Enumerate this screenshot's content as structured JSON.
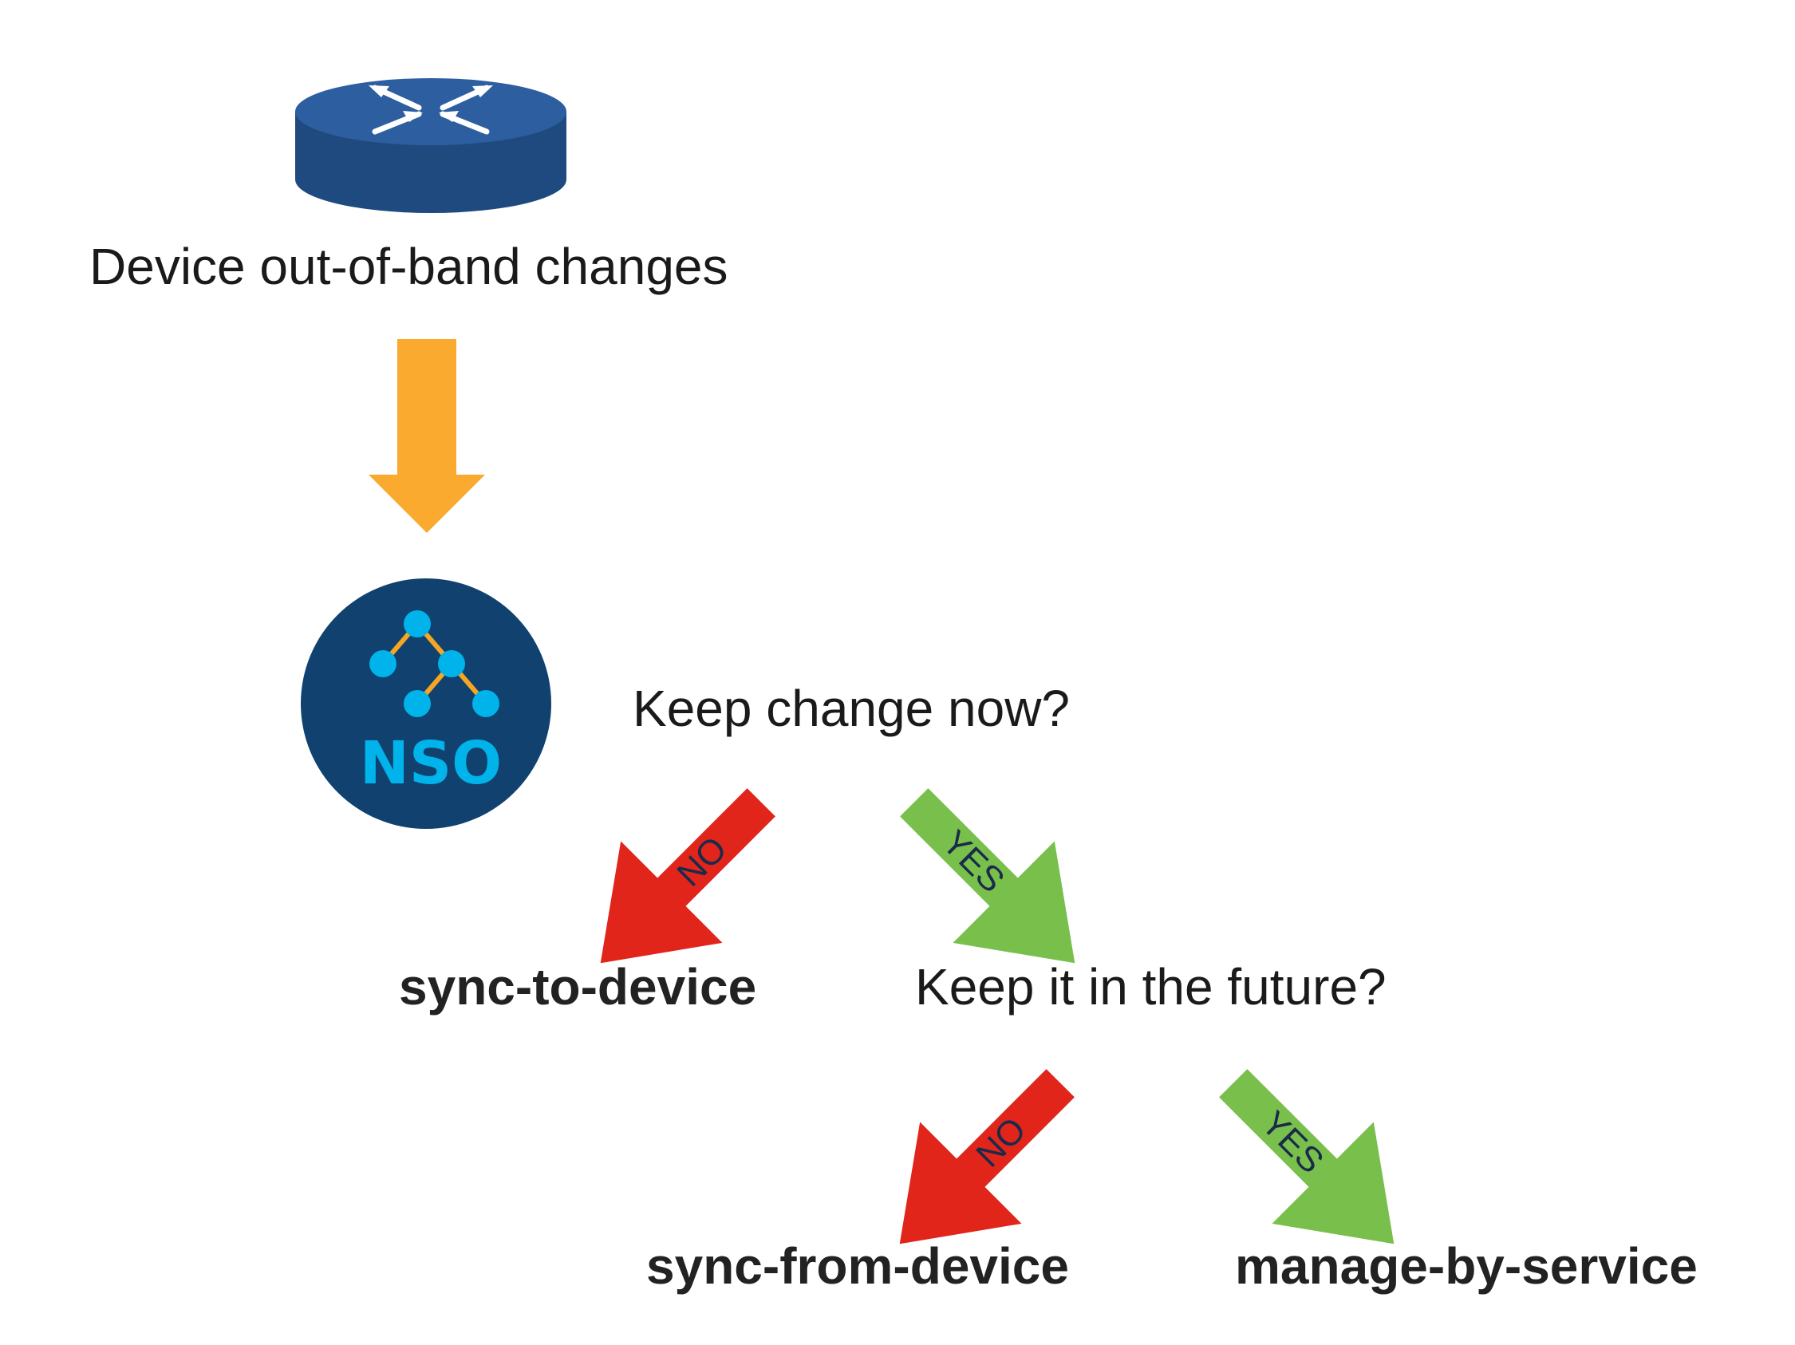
{
  "colors": {
    "router_top": "#2d5fa0",
    "router_side": "#1e4a80",
    "nso_circle": "#11426f",
    "nso_accent": "#00b3ea",
    "nso_line": "#f5a623",
    "down_arrow": "#f9aa2f",
    "no_arrow": "#e1251b",
    "yes_arrow": "#79bf4b",
    "arrow_text": "#1a2a4a"
  },
  "icons": {
    "router": "router-icon",
    "nso": "nso-logo-icon"
  },
  "labels": {
    "device_changes": "Device out-of-band changes",
    "question_now": "Keep change now?",
    "question_future": "Keep it in the future?",
    "no": "NO",
    "yes": "YES",
    "nso_text": "NSO"
  },
  "outcomes": {
    "sync_to": "sync-to-device",
    "sync_from": "sync-from-device",
    "manage": "manage-by-service"
  }
}
